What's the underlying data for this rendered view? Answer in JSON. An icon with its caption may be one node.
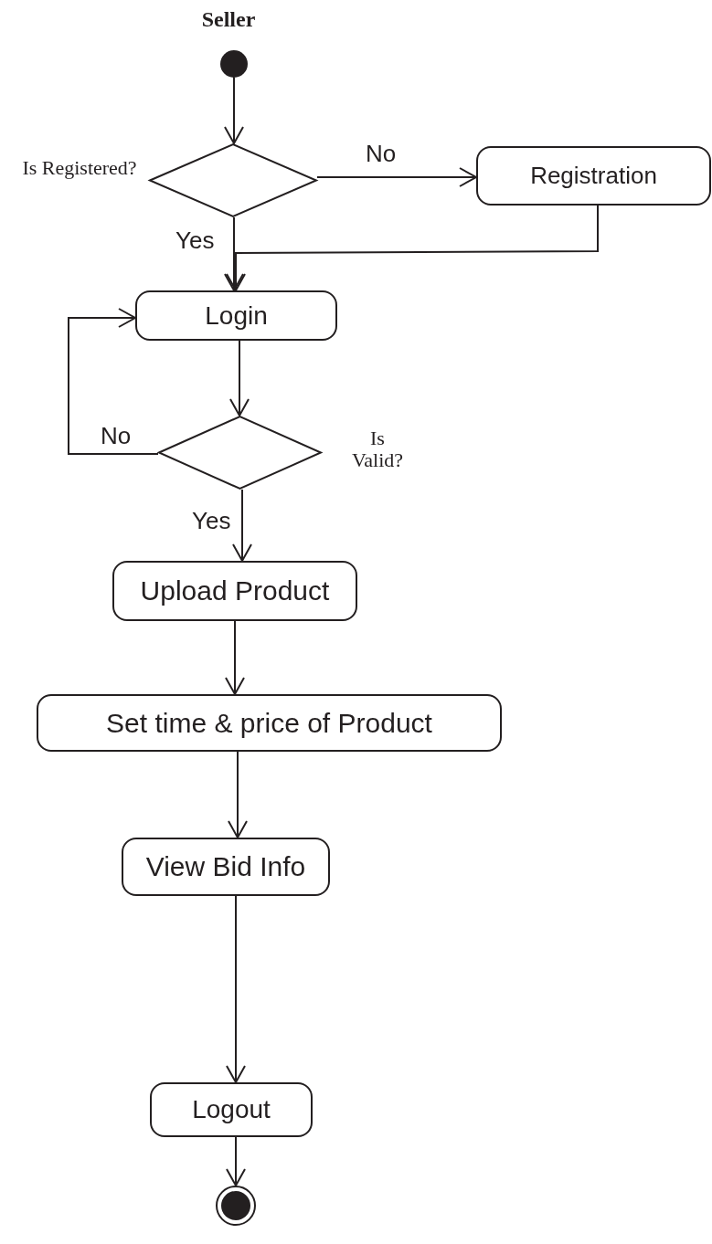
{
  "diagram": {
    "title": "Seller",
    "nodes": [
      {
        "text": [],
        "shape": "circle"
      },
      {
        "text": [],
        "shape": "diamond",
        "beside": [
          "Is Registered?"
        ]
      },
      {
        "text": [
          "Registration"
        ]
      },
      {
        "text": [
          "Login"
        ]
      },
      {
        "text": [],
        "shape": "diamond",
        "beside": [
          "Is Valid?"
        ]
      },
      {
        "text": [
          "Upload Product"
        ]
      },
      {
        "text": [
          "Set time & price of Product"
        ]
      },
      {
        "text": [
          "View Bid Info"
        ]
      },
      {
        "text": [
          "Logout"
        ]
      },
      {
        "text": [],
        "shape": "circle"
      }
    ],
    "edges": [
      {
        "from": 0,
        "to": 1,
        "arrow": "to"
      },
      {
        "from": 1,
        "to": 2,
        "arrow": "to",
        "label": "No"
      },
      {
        "from": 1,
        "to": 3,
        "arrow": "to",
        "label": "Yes"
      },
      {
        "from": 2,
        "to": 3,
        "arrow": "to"
      },
      {
        "from": 3,
        "to": 4,
        "arrow": "to"
      },
      {
        "from": 4,
        "to": 3,
        "arrow": "to",
        "label": "No"
      },
      {
        "from": 4,
        "to": 5,
        "arrow": "to",
        "label": "Yes"
      },
      {
        "from": 5,
        "to": 6,
        "arrow": "to"
      },
      {
        "from": 6,
        "to": 7,
        "arrow": "to"
      },
      {
        "from": 7,
        "to": 8,
        "arrow": "to"
      },
      {
        "from": 8,
        "to": 9,
        "arrow": "to"
      }
    ]
  }
}
